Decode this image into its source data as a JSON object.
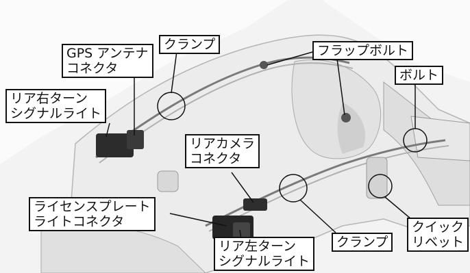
{
  "labels": {
    "gps_connector": [
      "GPS アンテナ",
      "コネクタ"
    ],
    "clamp_top": [
      "クランプ"
    ],
    "flap_bolt": [
      "フラップボルト"
    ],
    "bolt": [
      "ボルト"
    ],
    "rear_right_turn": [
      "リア右ターン",
      "シグナルライト"
    ],
    "rear_camera": [
      "リアカメラ",
      "コネクタ"
    ],
    "license_plate": [
      "ライセンスプレート",
      "ライトコネクタ"
    ],
    "rear_left_turn": [
      "リア左ターン",
      "シグナルライト"
    ],
    "clamp_bottom": [
      "クランプ"
    ],
    "quick_rivet": [
      "クイック",
      "リベット"
    ]
  }
}
